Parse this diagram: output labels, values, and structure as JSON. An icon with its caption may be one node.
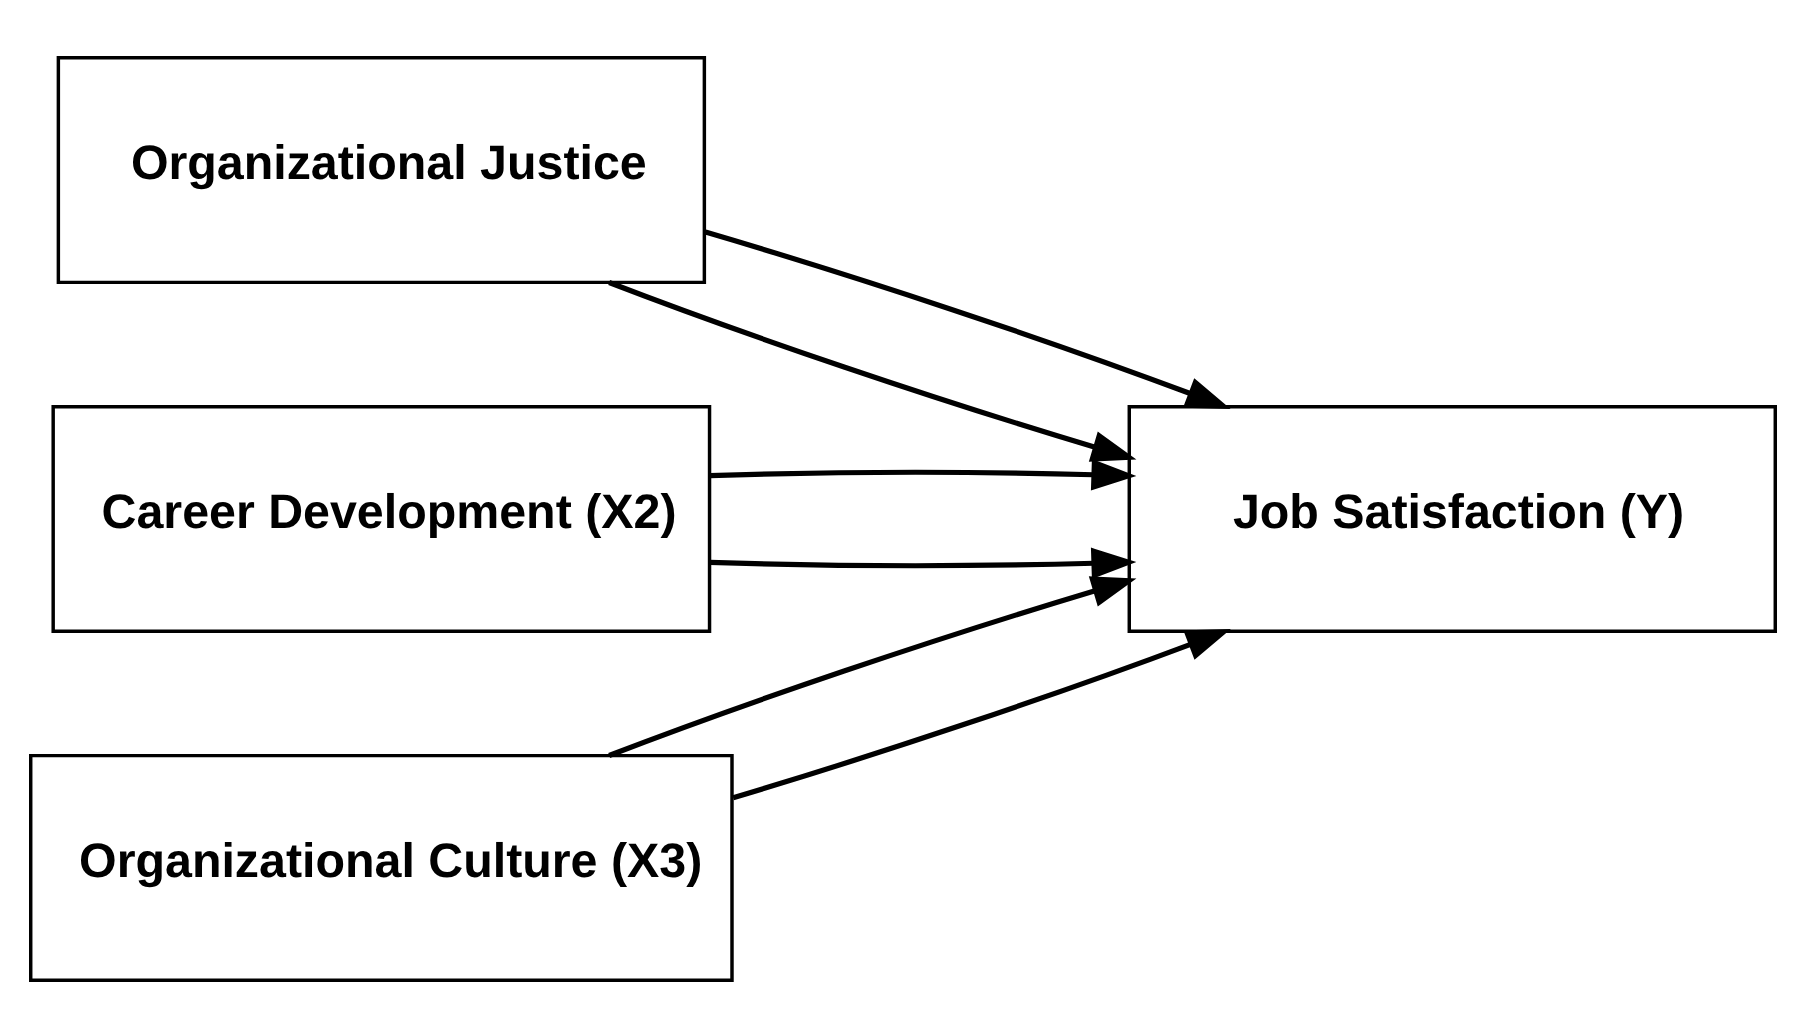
{
  "diagram": {
    "nodes": [
      {
        "text": [
          "Organizational Justice"
        ]
      },
      {
        "text": [
          "Career Development (X2)"
        ]
      },
      {
        "text": [
          "Organizational Culture (X3)"
        ]
      },
      {
        "text": [
          "Job Satisfaction (Y)"
        ]
      }
    ],
    "edges": [
      {
        "from": 0,
        "to": 3,
        "arrow": "to"
      },
      {
        "from": 1,
        "to": 3,
        "arrow": "to"
      },
      {
        "from": 2,
        "to": 3,
        "arrow": "to"
      },
      {
        "from": 0,
        "to": 3,
        "arrow": "to"
      },
      {
        "from": 1,
        "to": 3,
        "arrow": "to"
      },
      {
        "from": 2,
        "to": 3,
        "arrow": "to"
      }
    ]
  }
}
